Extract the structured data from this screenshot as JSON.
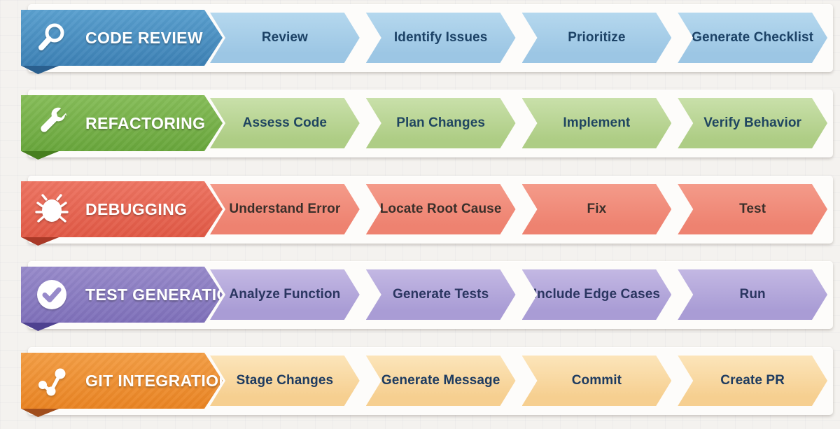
{
  "canvas": {
    "background": "#f4f2ef",
    "page_background": "#fdfcfa"
  },
  "rows": [
    {
      "id": "code-review",
      "title": "CODE REVIEW",
      "icon": "magnifier-icon",
      "colors": {
        "ribbon_top": "#5aa0cf",
        "ribbon_bottom": "#3c80b4",
        "fold": "#2a5f8e",
        "step_top": "#b5d8ee",
        "step_bottom": "#9cc6e4",
        "step_text": "#1c4266"
      },
      "steps": [
        "Review",
        "Identify Issues",
        "Prioritize",
        "Generate Checklist"
      ]
    },
    {
      "id": "refactoring",
      "title": "REFACTORING",
      "icon": "wrench-icon",
      "colors": {
        "ribbon_top": "#86bd59",
        "ribbon_bottom": "#68a53b",
        "fold": "#477f1e",
        "step_top": "#c9e0aa",
        "step_bottom": "#aecd85",
        "step_text": "#1f4560"
      },
      "steps": [
        "Assess Code",
        "Plan Changes",
        "Implement",
        "Verify Behavior"
      ]
    },
    {
      "id": "debugging",
      "title": "DEBUGGING",
      "icon": "bug-icon",
      "colors": {
        "ribbon_top": "#ed7462",
        "ribbon_bottom": "#e05844",
        "fold": "#a93927",
        "step_top": "#f49b8a",
        "step_bottom": "#ee8270",
        "step_text": "#3a2f2a"
      },
      "steps": [
        "Understand Error",
        "Locate Root Cause",
        "Fix",
        "Test"
      ]
    },
    {
      "id": "test-generation",
      "title": "TEST GENERATION",
      "icon": "check-circle-icon",
      "colors": {
        "ribbon_top": "#978aca",
        "ribbon_bottom": "#7e6fb9",
        "fold": "#4e4190",
        "step_top": "#c3b8e3",
        "step_bottom": "#a99cd5",
        "step_text": "#2b3661"
      },
      "steps": [
        "Analyze Function",
        "Generate Tests",
        "Include Edge Cases",
        "Run"
      ]
    },
    {
      "id": "git-integration",
      "title": "GIT INTEGRATION",
      "icon": "git-branch-icon",
      "colors": {
        "ribbon_top": "#f39e45",
        "ribbon_bottom": "#e98322",
        "fold": "#a14e1c",
        "step_top": "#fce5ba",
        "step_bottom": "#f6cf90",
        "step_text": "#1e3b60"
      },
      "steps": [
        "Stage Changes",
        "Generate Message",
        "Commit",
        "Create PR"
      ]
    }
  ],
  "layout": {
    "row_tops": [
      6,
      128,
      251,
      373,
      496
    ]
  }
}
